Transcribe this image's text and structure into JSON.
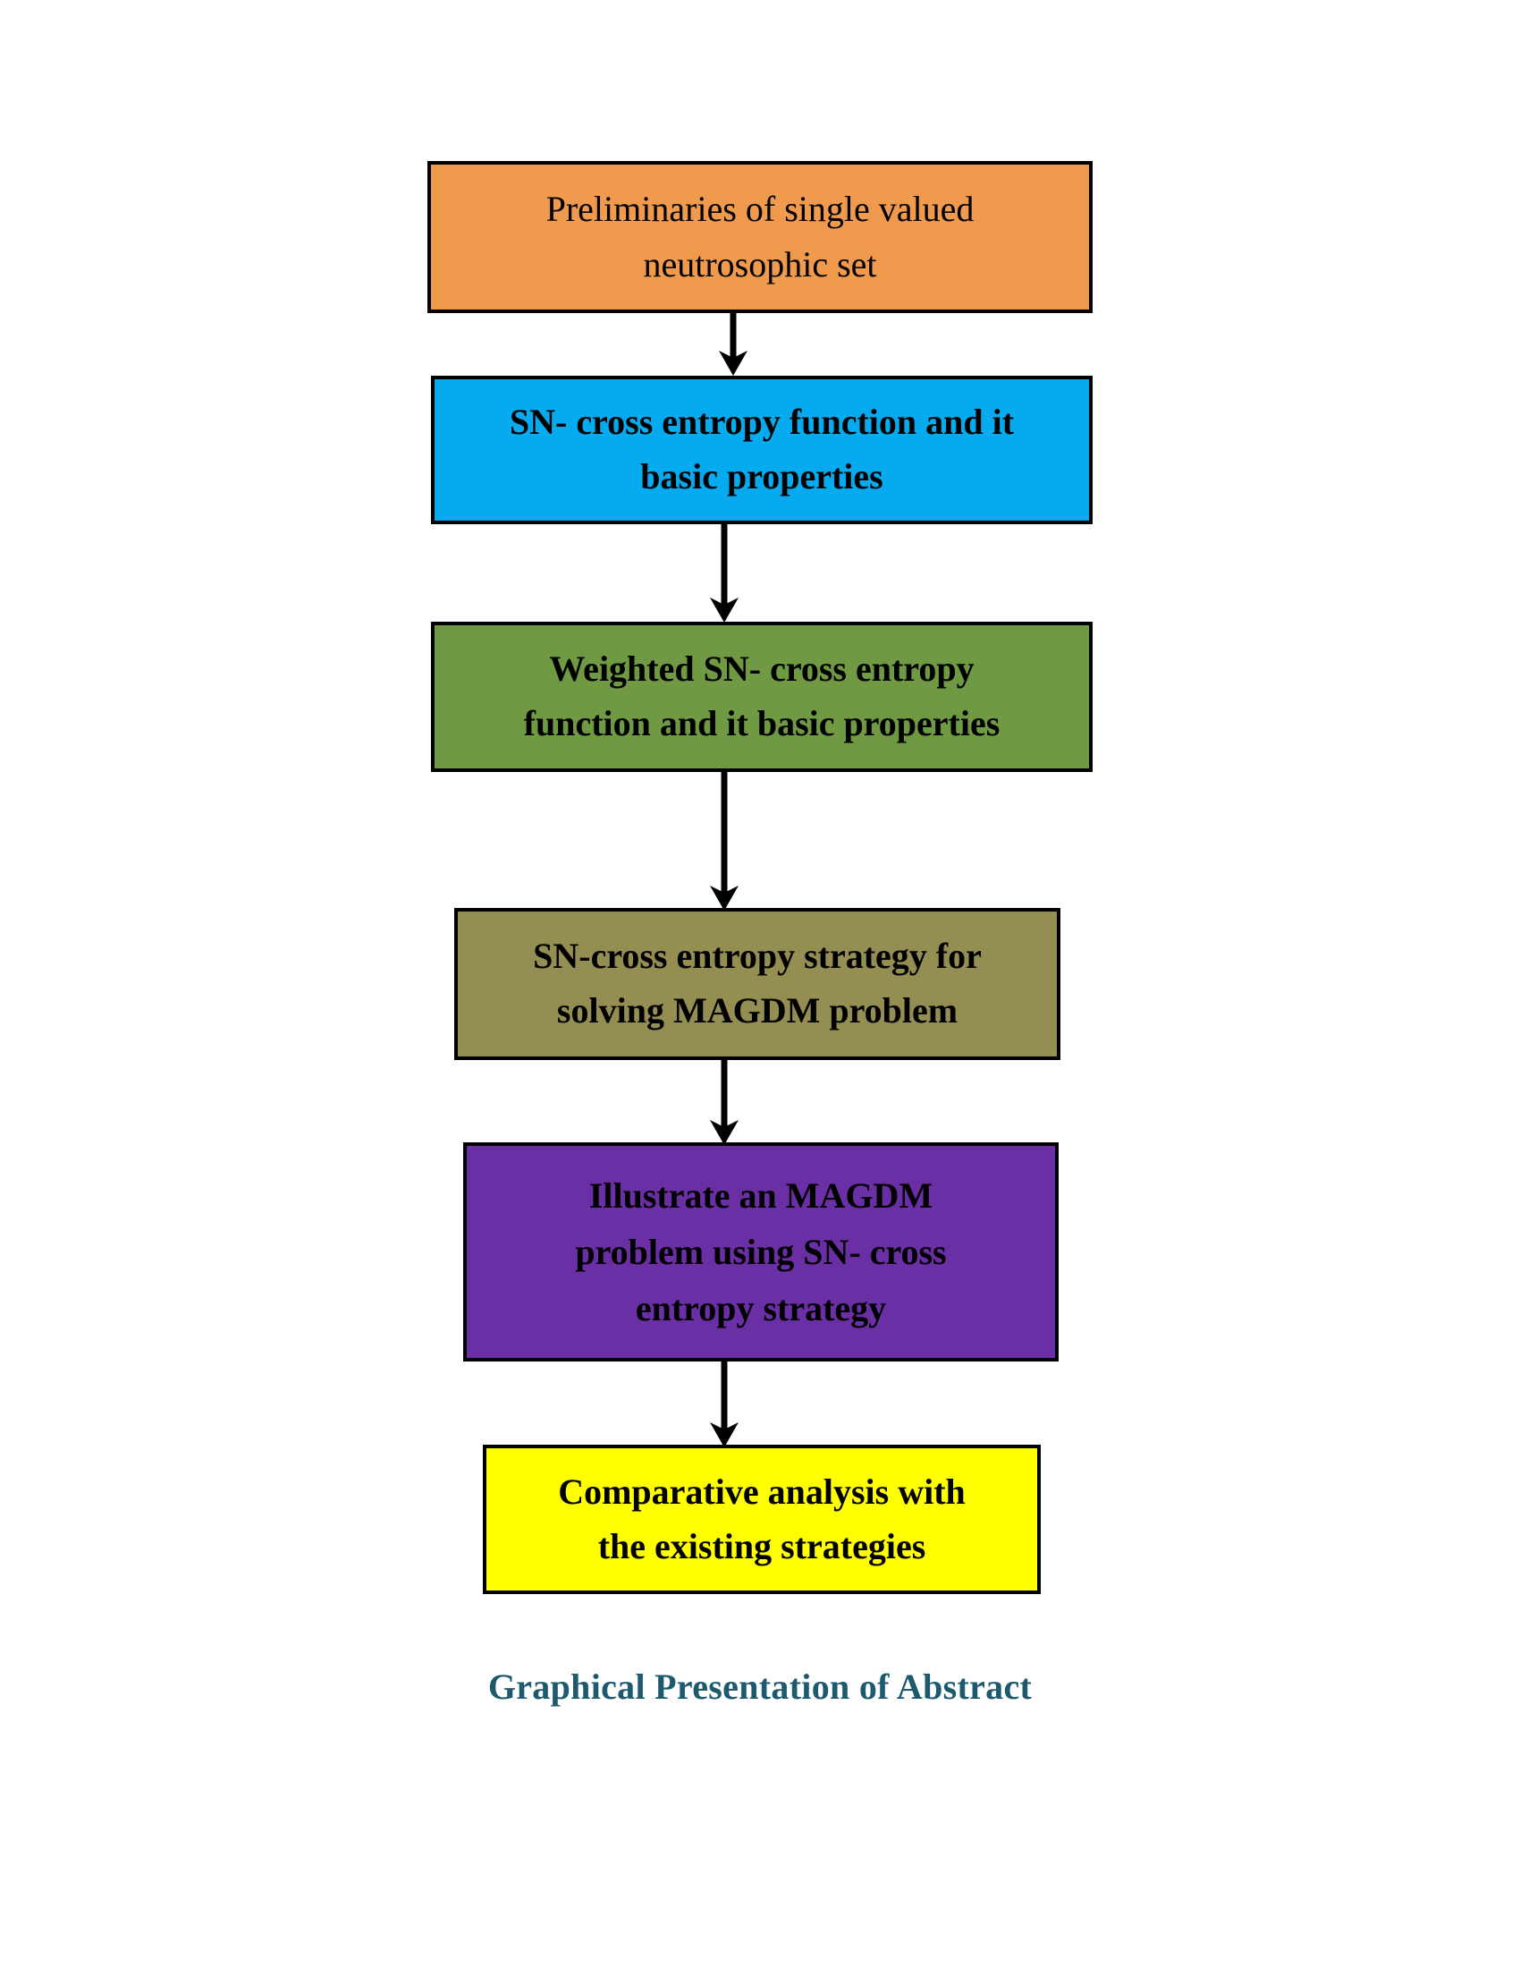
{
  "diagram": {
    "title": "Graphical Presentation of Abstract",
    "caption": "Graphical Presentation of Abstract",
    "background": "#FFFFFF",
    "caption_color": "#1E5A6E",
    "nodes": [
      {
        "id": "preliminaries",
        "name": "preliminaries-node",
        "color": "#F09A4E",
        "lines": [
          "Preliminaries of single valued",
          "neutrosophic set"
        ],
        "bold": false
      },
      {
        "id": "sn-cross-entropy",
        "name": "sn-cross-entropy-node",
        "color": "#06AAEE",
        "lines": [
          "SN- cross entropy function and it",
          "basic properties"
        ],
        "bold": true
      },
      {
        "id": "weighted-sn",
        "name": "weighted-sn-node",
        "color": "#6F9942",
        "lines": [
          "Weighted SN- cross entropy",
          "function and it basic properties"
        ],
        "bold": true
      },
      {
        "id": "magdm-strategy",
        "name": "magdm-strategy-node",
        "color": "#948E53",
        "lines": [
          "SN-cross entropy strategy for",
          "solving MAGDM problem"
        ],
        "bold": true
      },
      {
        "id": "illustrate-magdm",
        "name": "illustrate-magdm-node",
        "color": "#6B2FA5",
        "lines": [
          "Illustrate an MAGDM",
          "problem using SN- cross",
          "entropy strategy"
        ],
        "bold": true
      },
      {
        "id": "comparative-analysis",
        "name": "comparative-analysis-node",
        "color": "#FFFF00",
        "lines": [
          "Comparative analysis with",
          "the existing strategies"
        ],
        "bold": true
      }
    ],
    "edges": [
      {
        "from": "preliminaries",
        "to": "sn-cross-entropy",
        "style": "arrow-down"
      },
      {
        "from": "sn-cross-entropy",
        "to": "weighted-sn",
        "style": "arrow-down"
      },
      {
        "from": "weighted-sn",
        "to": "magdm-strategy",
        "style": "arrow-down"
      },
      {
        "from": "magdm-strategy",
        "to": "illustrate-magdm",
        "style": "arrow-down"
      },
      {
        "from": "illustrate-magdm",
        "to": "comparative-analysis",
        "style": "arrow-down"
      }
    ]
  }
}
